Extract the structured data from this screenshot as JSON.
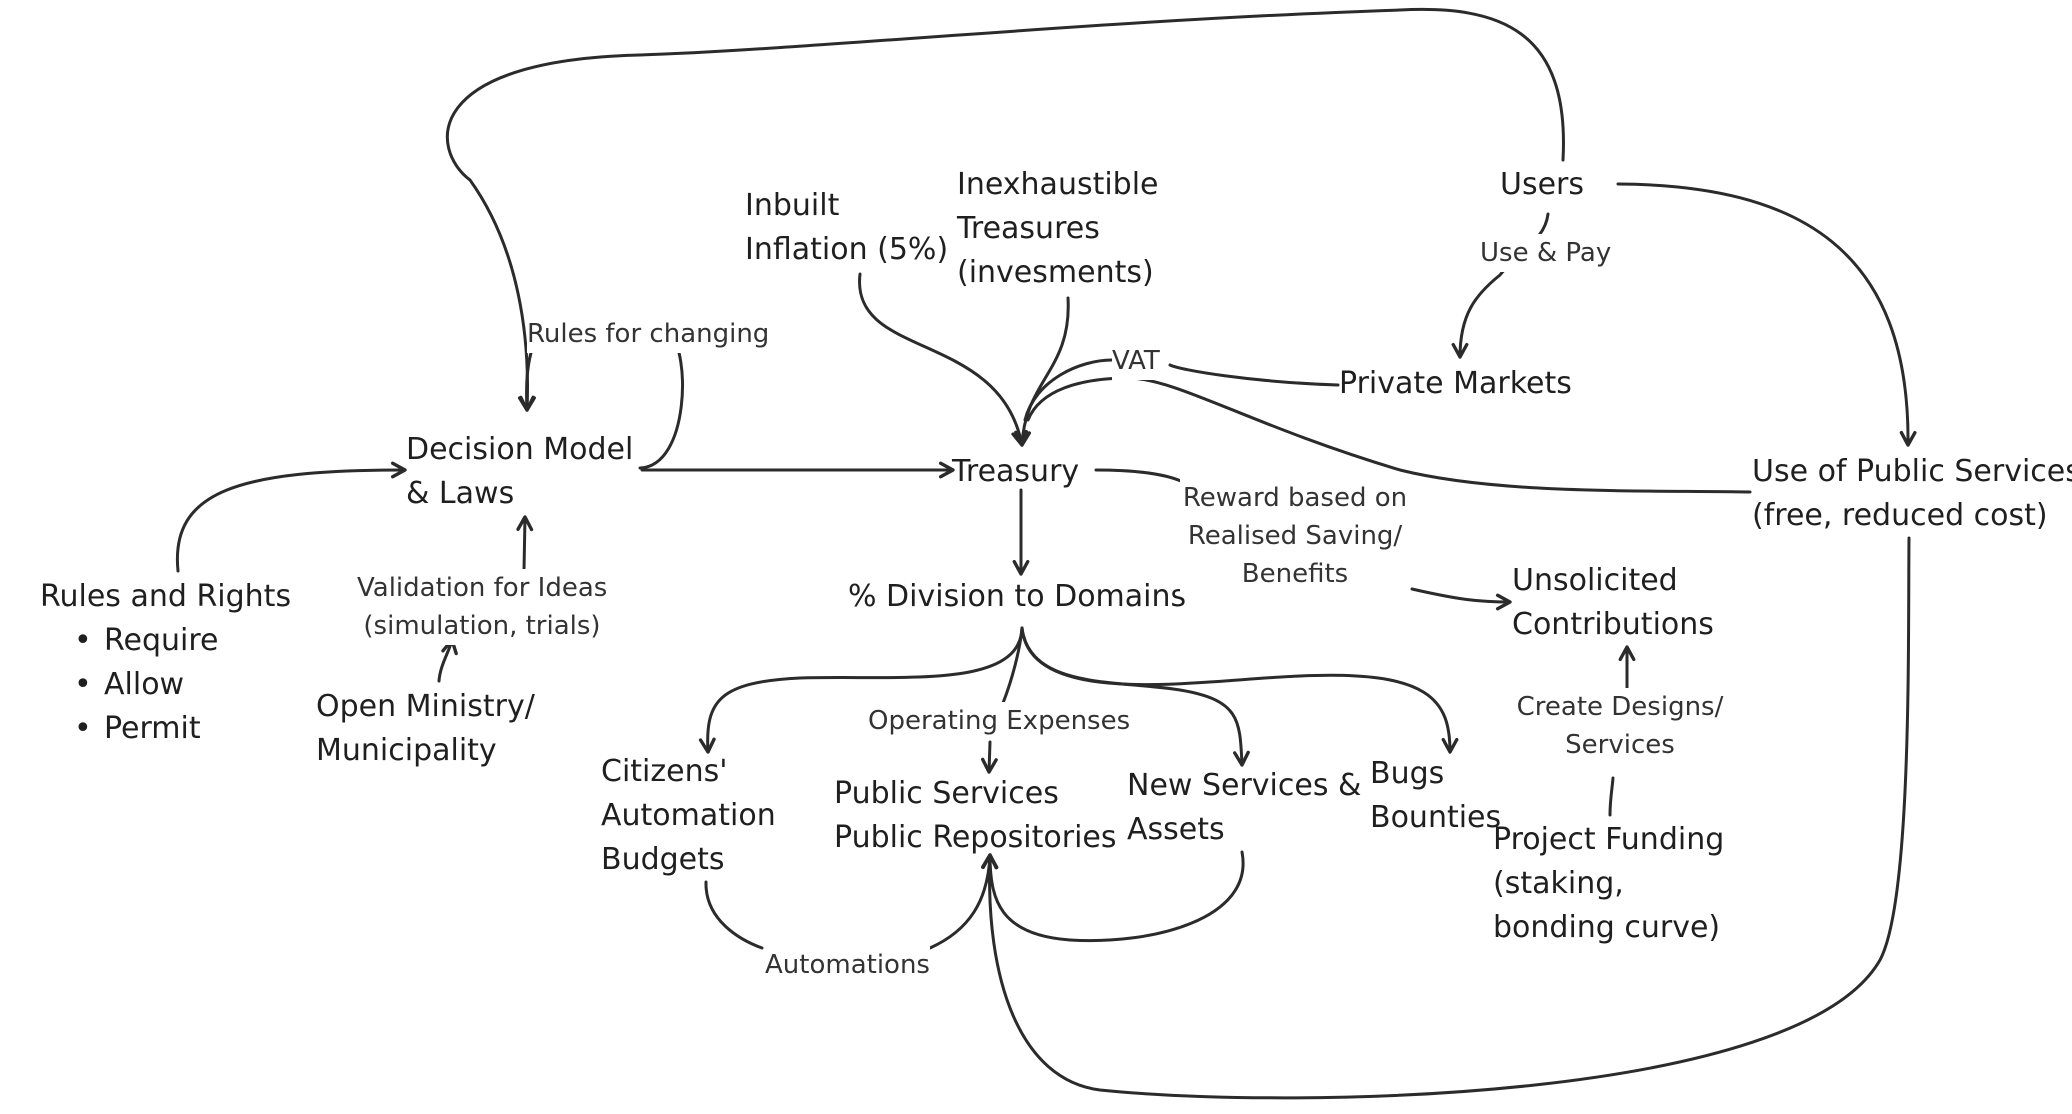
{
  "colors": {
    "background": "#ffffff",
    "stroke": "#2b2b2b",
    "text": "#1f1f1f"
  },
  "nodes": {
    "users": "Users",
    "inflation": [
      "Inbuilt",
      "Inflation (5%)"
    ],
    "treasures": [
      "Inexhaustible",
      "Treasures",
      "(invesments)"
    ],
    "private_markets": "Private Markets",
    "decision_model": [
      "Decision Model",
      "& Laws"
    ],
    "treasury": "Treasury",
    "public_services_use": [
      "Use of Public Services",
      "(free, reduced cost)"
    ],
    "rules_rights": {
      "title": "Rules and Rights",
      "bullet": "•",
      "items": [
        "Require",
        "Allow",
        "Permit"
      ]
    },
    "division": "% Division to Domains",
    "unsolicited": [
      "Unsolicited",
      "Contributions"
    ],
    "open_ministry": [
      "Open Ministry/",
      "Municipality"
    ],
    "citizens": [
      "Citizens'",
      "Automation",
      "Budgets"
    ],
    "public_repos": [
      "Public Services",
      "Public Repositories"
    ],
    "new_services": [
      "New Services &",
      "Assets"
    ],
    "bugs": [
      "Bugs",
      "Bounties"
    ],
    "project_funding": [
      "Project Funding",
      "(staking,",
      "bonding curve)"
    ]
  },
  "edge_labels": {
    "use_pay": "Use & Pay",
    "rules_changing": "Rules for changing",
    "vat": "VAT",
    "reward": [
      "Reward based on",
      "Realised Saving/",
      "Benefits"
    ],
    "validation": [
      "Validation for Ideas",
      "(simulation, trials)"
    ],
    "operating": "Operating Expenses",
    "create_designs": [
      "Create Designs/",
      "Services"
    ],
    "automations": "Automations"
  }
}
